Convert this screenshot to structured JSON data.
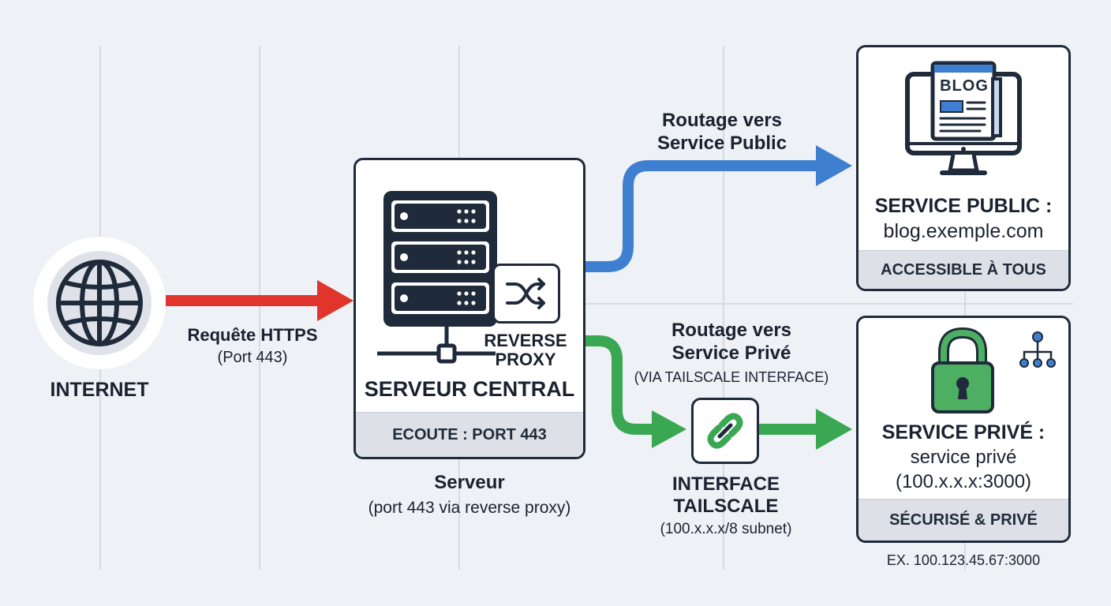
{
  "internet": {
    "label": "INTERNET"
  },
  "request": {
    "title": "Requête HTTPS",
    "sub": "(Port 443)"
  },
  "server": {
    "proxy_label_line1": "REVERSE",
    "proxy_label_line2": "PROXY",
    "title": "SERVEUR CENTRAL",
    "footer": "ECOUTE : PORT 443",
    "caption_title": "Serveur",
    "caption_sub": "(port 443 via reverse proxy)"
  },
  "route_public": {
    "line1": "Routage vers",
    "line2": "Service Public"
  },
  "route_private": {
    "line1": "Routage vers",
    "line2": "Service Privé",
    "sub": "(VIA TAILSCALE INTERFACE)"
  },
  "tailscale": {
    "line1": "INTERFACE",
    "line2": "TAILSCALE",
    "sub": "(100.x.x.x/8 subnet)"
  },
  "public_service": {
    "screen_label": "BLOG",
    "title": "SERVICE PUBLIC :",
    "url": "blog.exemple.com",
    "footer": "ACCESSIBLE À TOUS"
  },
  "private_service": {
    "title": "SERVICE PRIVÉ :",
    "name": "service privé",
    "address": "(100.x.x.x:3000)",
    "footer": "SÉCURISÉ & PRIVÉ",
    "example": "EX. 100.123.45.67:3000"
  },
  "colors": {
    "red": "#e0342c",
    "blue": "#3f7fd0",
    "green": "#3aa852",
    "navy": "#1f2a3a",
    "lock_green": "#4caf62"
  }
}
